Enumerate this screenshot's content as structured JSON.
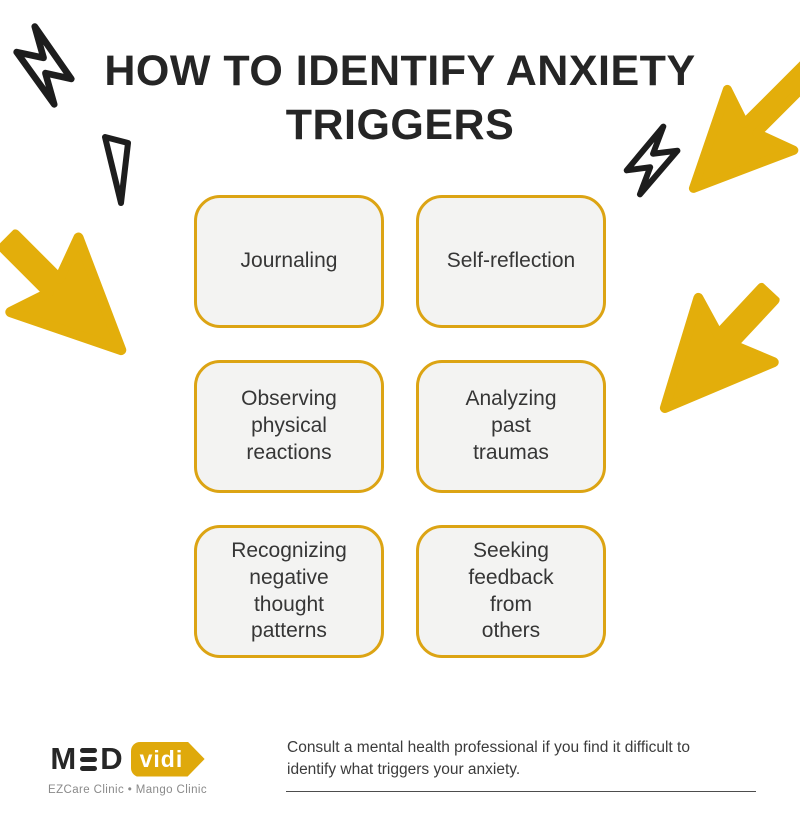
{
  "page": {
    "background": "#ffffff"
  },
  "title": {
    "text": "HOW TO IDENTIFY ANXIETY\nTRIGGERS",
    "color": "#252525"
  },
  "cards": [
    {
      "label": "Journaling"
    },
    {
      "label": "Self-reflection"
    },
    {
      "label": "Observing\nphysical\nreactions"
    },
    {
      "label": "Analyzing\npast\ntraumas"
    },
    {
      "label": "Recognizing\nnegative\nthought\npatterns"
    },
    {
      "label": "Seeking\nfeedback\nfrom\nothers"
    }
  ],
  "card_style": {
    "background": "#F3F3F2",
    "border_color": "#DCA414",
    "text_color": "#363636"
  },
  "decorations": {
    "accent_yellow": "#E3AE0B",
    "outline_color": "#1D1D1D",
    "icons": [
      "lightning-bolt-outline-icon",
      "triangle-outline-icon",
      "lightning-bolt-outline-icon",
      "cursor-arrow-icon",
      "cursor-arrow-icon",
      "cursor-arrow-icon"
    ]
  },
  "footer": {
    "logo": {
      "med": "M D",
      "med_m": "M",
      "med_d": "D",
      "vidi": "vidi",
      "badge_color": "#DFA90B",
      "tagline": "EZCare Clinic • Mango Clinic"
    },
    "note": "Consult a mental health professional if you find it difficult to\nidentify what triggers your anxiety."
  }
}
